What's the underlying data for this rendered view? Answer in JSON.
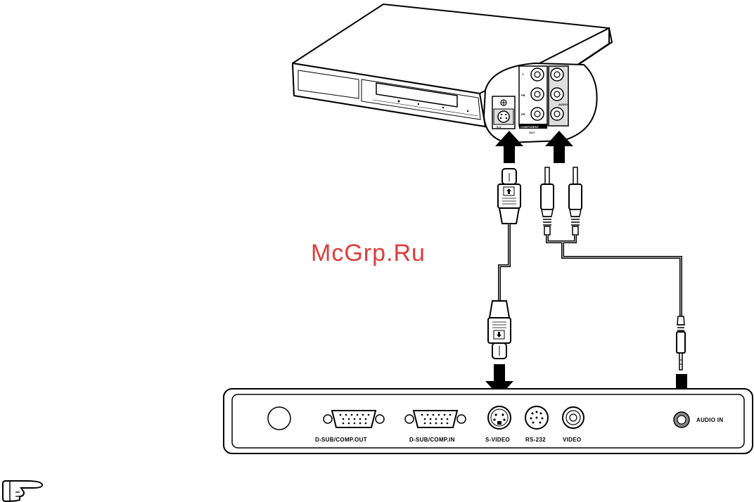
{
  "watermark": "McGrp.Ru",
  "player": {
    "component_labels": {
      "y": "Y",
      "pb": "PB",
      "pr": "PR"
    },
    "component_out_title": "COMPONENT",
    "out_label": "OUT",
    "audio_label": "AUDIO",
    "svideo_small_label": "S-V"
  },
  "projector": {
    "ports": {
      "dsub_comp_out": "D-SUB/COMP.OUT",
      "dsub_comp_in": "D-SUB/COMP.IN",
      "s_video": "S-VIDEO",
      "rs232": "RS-232",
      "video": "VIDEO",
      "audio_in": "AUDIO IN"
    }
  },
  "icons": [
    "arrow-down-icon",
    "pointing-hand-icon",
    "svideo-plug-icon",
    "rca-plug-icon",
    "minijack-plug-icon"
  ]
}
